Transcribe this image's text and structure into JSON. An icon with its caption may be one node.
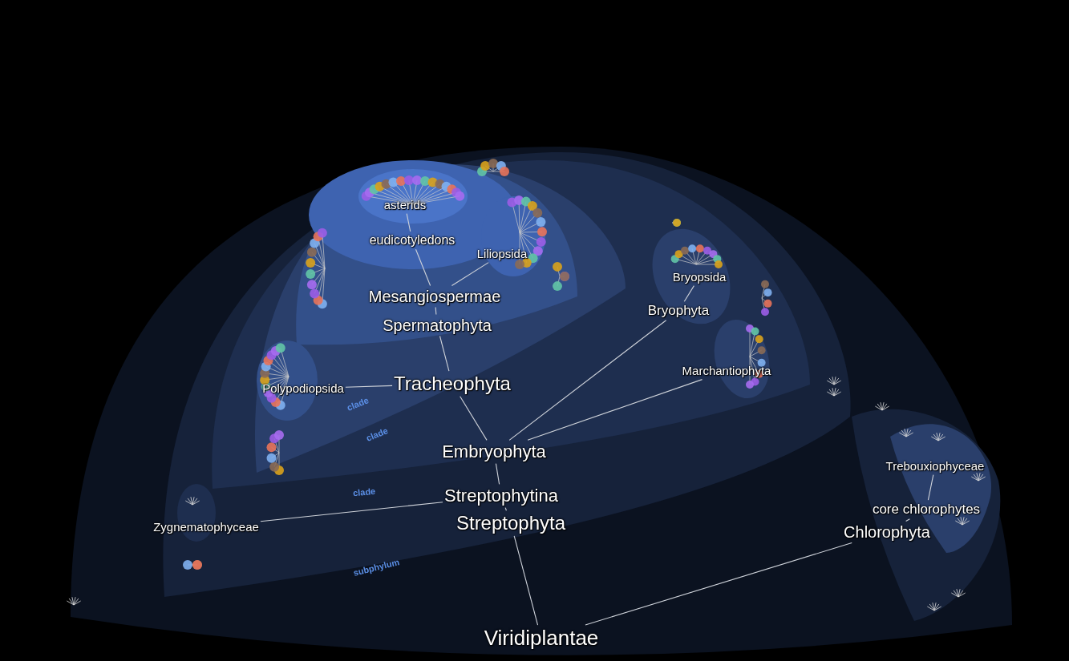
{
  "diagram": {
    "nodes": [
      {
        "text": [
          "Viridiplantae"
        ]
      },
      {
        "text": [
          "Streptophyta"
        ]
      },
      {
        "text": [
          "Streptophytina"
        ]
      },
      {
        "text": [
          "Zygnematophyceae"
        ]
      },
      {
        "text": [
          "Embryophyta"
        ]
      },
      {
        "text": [
          "Tracheophyta"
        ]
      },
      {
        "text": [
          "Spermatophyta"
        ]
      },
      {
        "text": [
          "Mesangiospermae"
        ]
      },
      {
        "text": [
          "eudicotyledons"
        ]
      },
      {
        "text": [
          "asterids"
        ]
      },
      {
        "text": [
          "Liliopsida"
        ]
      },
      {
        "text": [
          "Polypodiopsida"
        ]
      },
      {
        "text": [
          "Bryophyta"
        ]
      },
      {
        "text": [
          "Bryopsida"
        ]
      },
      {
        "text": [
          "Marchantiophyta"
        ]
      },
      {
        "text": [
          "Chlorophyta"
        ]
      },
      {
        "text": [
          "core chlorophytes"
        ]
      },
      {
        "text": [
          "Trebouxiophyceae"
        ]
      }
    ],
    "edges": [
      {
        "from": 0,
        "to": 1,
        "arrow": "none"
      },
      {
        "from": 1,
        "to": 2,
        "arrow": "none"
      },
      {
        "from": 2,
        "to": 3,
        "arrow": "none"
      },
      {
        "from": 2,
        "to": 4,
        "arrow": "none"
      },
      {
        "from": 4,
        "to": 5,
        "arrow": "none"
      },
      {
        "from": 5,
        "to": 6,
        "arrow": "none"
      },
      {
        "from": 6,
        "to": 7,
        "arrow": "none"
      },
      {
        "from": 7,
        "to": 8,
        "arrow": "none"
      },
      {
        "from": 8,
        "to": 9,
        "arrow": "none"
      },
      {
        "from": 7,
        "to": 10,
        "arrow": "none"
      },
      {
        "from": 5,
        "to": 11,
        "arrow": "none"
      },
      {
        "from": 4,
        "to": 12,
        "arrow": "none"
      },
      {
        "from": 12,
        "to": 13,
        "arrow": "none"
      },
      {
        "from": 4,
        "to": 14,
        "arrow": "none"
      },
      {
        "from": 0,
        "to": 15,
        "arrow": "none"
      },
      {
        "from": 15,
        "to": 16,
        "arrow": "none"
      },
      {
        "from": 16,
        "to": 17,
        "arrow": "none"
      }
    ],
    "labels": [
      "clade",
      "clade",
      "clade",
      "subphylum"
    ]
  }
}
